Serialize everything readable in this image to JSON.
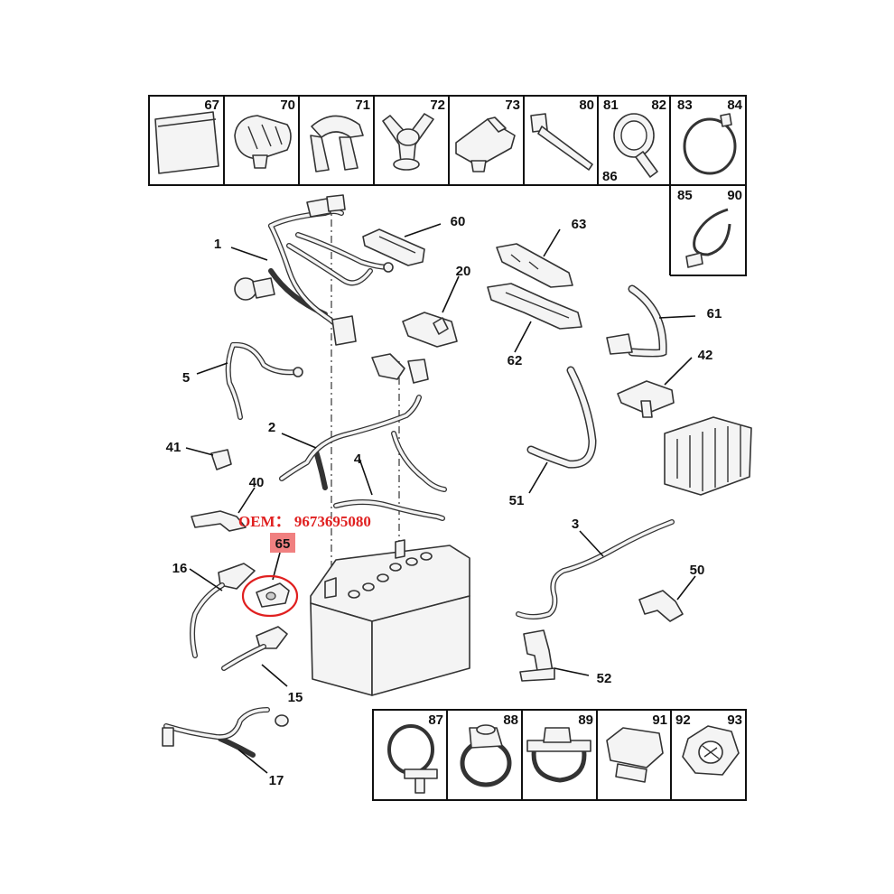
{
  "top_table": {
    "cells": [
      {
        "labels": [
          "67"
        ]
      },
      {
        "labels": [
          "70"
        ]
      },
      {
        "labels": [
          "71"
        ]
      },
      {
        "labels": [
          "72"
        ]
      },
      {
        "labels": [
          "73"
        ]
      },
      {
        "labels": [
          "80"
        ]
      },
      {
        "labels": [
          "81",
          "82",
          "86"
        ]
      },
      {
        "labels": [
          "83",
          "84"
        ]
      },
      {
        "labels": [
          "85",
          "90"
        ]
      }
    ]
  },
  "bottom_table": {
    "cells": [
      {
        "labels": [
          "87"
        ]
      },
      {
        "labels": [
          "88"
        ]
      },
      {
        "labels": [
          "89"
        ]
      },
      {
        "labels": [
          "91"
        ]
      },
      {
        "labels": [
          "92",
          "93"
        ]
      }
    ]
  },
  "callouts": {
    "p1": "1",
    "p2": "2",
    "p3": "3",
    "p4": "4",
    "p5": "5",
    "p15": "15",
    "p16": "16",
    "p17": "17",
    "p20": "20",
    "p40": "40",
    "p41": "41",
    "p42": "42",
    "p50": "50",
    "p51": "51",
    "p52": "52",
    "p60": "60",
    "p61": "61",
    "p62": "62",
    "p63": "63",
    "p65": "65"
  },
  "highlight": {
    "part": "65",
    "oem_text": "OEM： 9673695080",
    "color": "#e02020",
    "badge_color": "#f08080"
  }
}
